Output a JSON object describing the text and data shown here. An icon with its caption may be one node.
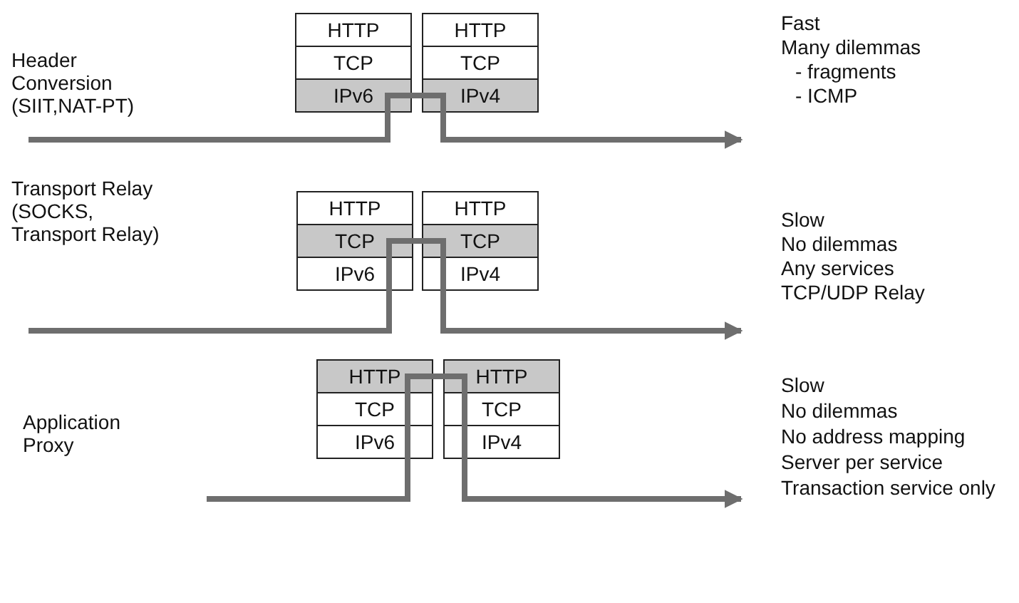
{
  "diagram": {
    "nodes": [
      {
        "text": [
          "HTTP"
        ]
      },
      {
        "text": [
          "TCP"
        ]
      },
      {
        "text": [
          "IPv6"
        ]
      },
      {
        "text": [
          "HTTP"
        ]
      },
      {
        "text": [
          "TCP"
        ]
      },
      {
        "text": [
          "IPv4"
        ]
      },
      {
        "text": [
          "HTTP"
        ]
      },
      {
        "text": [
          "TCP"
        ]
      },
      {
        "text": [
          "IPv6"
        ]
      },
      {
        "text": [
          "HTTP"
        ]
      },
      {
        "text": [
          "TCP"
        ]
      },
      {
        "text": [
          "IPv4"
        ]
      },
      {
        "text": [
          "HTTP"
        ]
      },
      {
        "text": [
          "TCP"
        ]
      },
      {
        "text": [
          "IPv6"
        ]
      },
      {
        "text": [
          "HTTP"
        ]
      },
      {
        "text": [
          "TCP"
        ]
      },
      {
        "text": [
          "IPv4"
        ]
      }
    ],
    "edges": [
      {
        "from": null,
        "to": 2,
        "arrow": "none"
      },
      {
        "from": 2,
        "to": 5,
        "arrow": "none"
      },
      {
        "from": 5,
        "to": null,
        "arrow": "to"
      },
      {
        "from": null,
        "to": 7,
        "arrow": "none"
      },
      {
        "from": 7,
        "to": 10,
        "arrow": "none"
      },
      {
        "from": 10,
        "to": null,
        "arrow": "to"
      },
      {
        "from": null,
        "to": 12,
        "arrow": "none"
      },
      {
        "from": 12,
        "to": 15,
        "arrow": "none"
      },
      {
        "from": 15,
        "to": null,
        "arrow": "to"
      }
    ],
    "labels": [
      "Header Conversion (SIIT,NAT-PT)",
      "Fast",
      "Many dilemmas",
      "- fragments",
      "- ICMP",
      "Transport Relay (SOCKS, Transport Relay)",
      "Slow",
      "No dilemmas",
      "Any services",
      "TCP/UDP Relay",
      "Application Proxy",
      "Slow",
      "No dilemmas",
      "No address mapping",
      "Server per service",
      "Transaction service only"
    ]
  }
}
